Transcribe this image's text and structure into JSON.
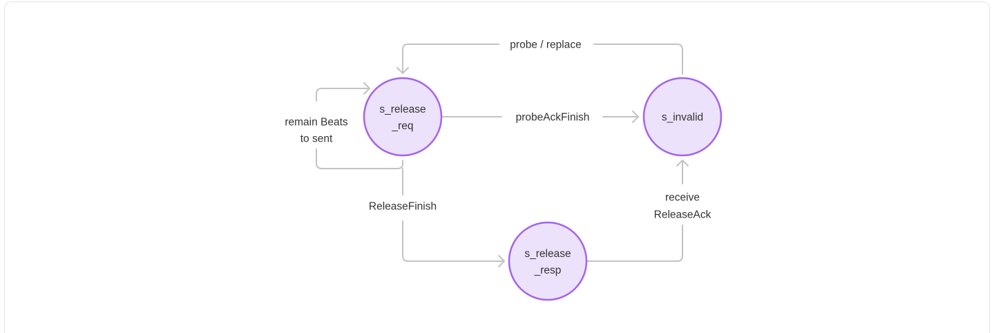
{
  "states": {
    "release_req": {
      "line1": "s_release",
      "line2": "_req"
    },
    "invalid": {
      "label": "s_invalid"
    },
    "release_resp": {
      "line1": "s_release",
      "line2": "_resp"
    }
  },
  "edges": {
    "probe_replace": "probe / replace",
    "probe_ack_finish": "probeAckFinish",
    "remain_beats": {
      "line1": "remain Beats",
      "line2": "to sent"
    },
    "release_finish": "ReleaseFinish",
    "receive_release_ack": {
      "line1": "receive",
      "line2": "ReleaseAck"
    }
  },
  "colors": {
    "state_fill": "#ece2fb",
    "state_stroke": "#a463ea",
    "edge": "#c2c2c2",
    "text": "#333333"
  }
}
